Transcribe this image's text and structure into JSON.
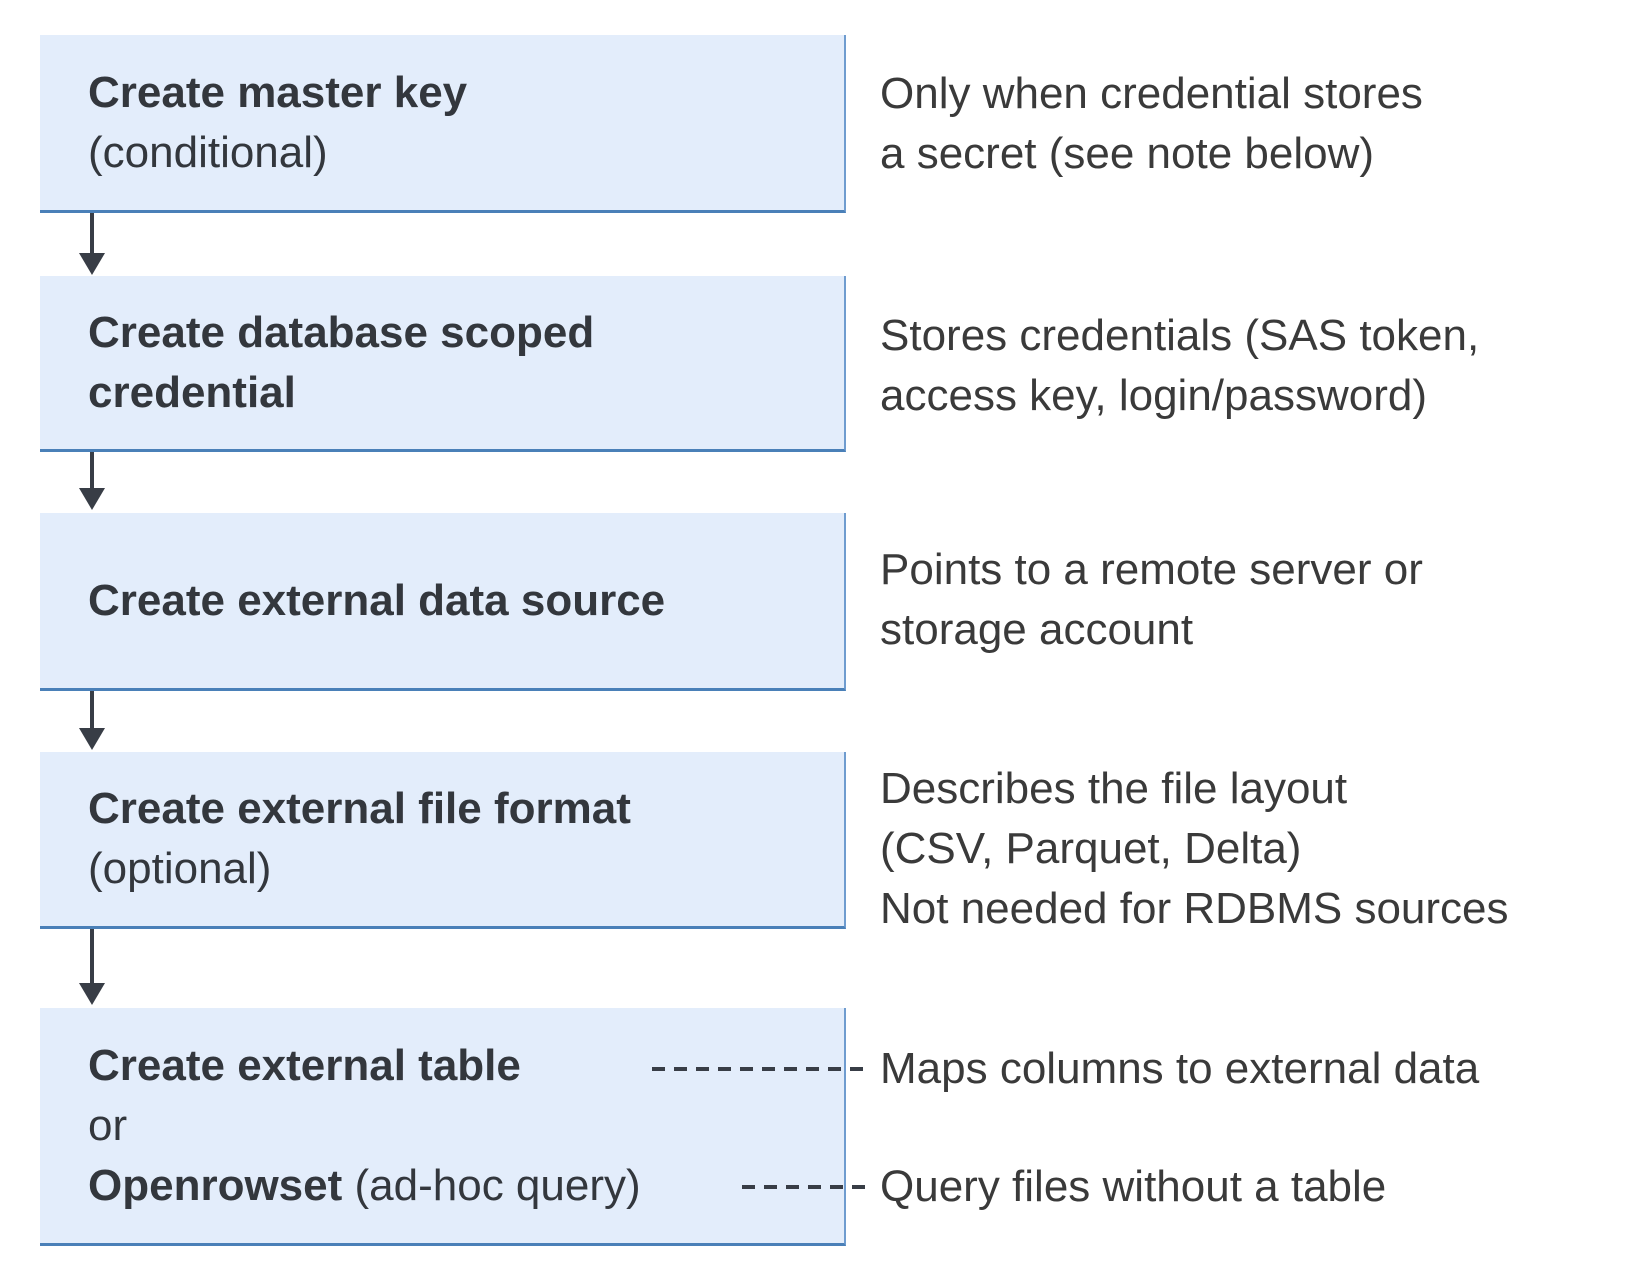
{
  "diagram": {
    "colors": {
      "box_fill": "#e3edfb",
      "border_bottom_color": "#4a80b8",
      "border_right_color": "#6f9ccf",
      "arrow_color": "#383d46",
      "box_text": "#33373d",
      "note_text": "#3a3a3a"
    },
    "steps": [
      {
        "box": {
          "line1_bold": "Create master key",
          "line2": "(conditional)"
        },
        "note": {
          "line1": "Only when credential stores",
          "line2": "a secret (see note below)"
        }
      },
      {
        "box": {
          "line1_bold": "Create database scoped",
          "line2_bold": "credential"
        },
        "note": {
          "line1": "Stores credentials (SAS token,",
          "line2": "access key, login/password)"
        }
      },
      {
        "box": {
          "line1_bold": "Create external data source"
        },
        "note": {
          "line1": "Points to a remote server or",
          "line2": "storage account"
        }
      },
      {
        "box": {
          "line1_bold": "Create external file format",
          "line2": "(optional)"
        },
        "note": {
          "line1": "Describes the file layout",
          "line2": "(CSV, Parquet, Delta)",
          "line3": "Not needed for RDBMS sources"
        }
      },
      {
        "box": {
          "line1_bold": "Create external table",
          "line2": "or",
          "line3_bold": "Openrowset",
          "line3_regular": " (ad-hoc query)"
        },
        "note_table": "Maps columns to external data",
        "note_openrowset": "Query files without a table"
      }
    ]
  }
}
